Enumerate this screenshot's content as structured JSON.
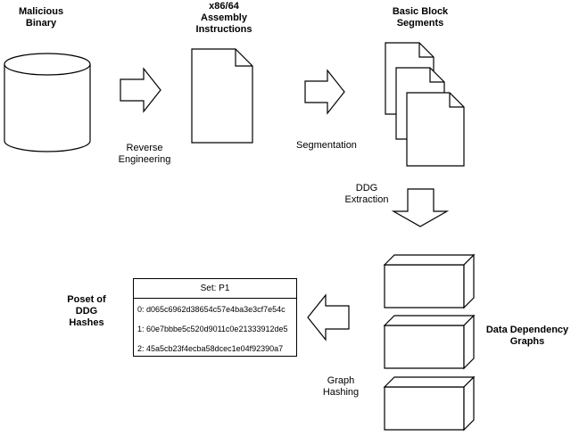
{
  "nodes": {
    "malicious_binary": [
      "Malicious",
      "Binary"
    ],
    "assembly": [
      "x86/64",
      "Assembly",
      "Instructions"
    ],
    "basic_blocks": [
      "Basic Block",
      "Segments"
    ],
    "data_dependency": [
      "Data Dependency",
      "Graphs"
    ],
    "poset": [
      "Poset of",
      "DDG",
      "Hashes"
    ]
  },
  "edges": {
    "reverse_engineering": [
      "Reverse",
      "Engineering"
    ],
    "segmentation": [
      "Segmentation"
    ],
    "ddg_extraction": [
      "DDG",
      "Extraction"
    ],
    "graph_hashing": [
      "Graph",
      "Hashing"
    ]
  },
  "poset_set": {
    "title": "Set:  P1",
    "hashes": [
      "0:  d065c6962d38654c57e4ba3e3cf7e54c",
      "1:  60e7bbbe5c520d9011c0e21333912de5",
      "2:  45a5cb23f4ecba58dcec1e04f92390a7"
    ]
  }
}
